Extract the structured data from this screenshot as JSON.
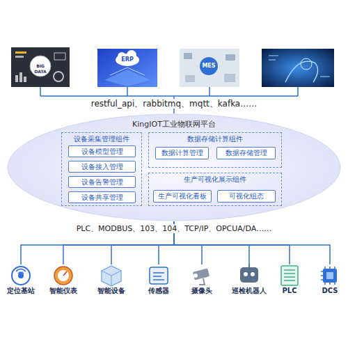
{
  "diagram": {
    "nodes": [
      {
        "text": [
          "KingIOT工业物联网平台"
        ]
      },
      {
        "text": [
          "设备采集管理组件"
        ],
        "in": 0
      },
      {
        "text": [
          "设备模型管理"
        ],
        "in": 1
      },
      {
        "text": [
          "设备接入管理"
        ],
        "in": 1
      },
      {
        "text": [
          "设备告警管理"
        ],
        "in": 1
      },
      {
        "text": [
          "设备共享管理"
        ],
        "in": 1
      },
      {
        "text": [
          "数据存储计算组件"
        ],
        "in": 0
      },
      {
        "text": [
          "数据计算管理"
        ],
        "in": 6
      },
      {
        "text": [
          "数据存储管理"
        ],
        "in": 6
      },
      {
        "text": [
          "生产可视化展示组件"
        ],
        "in": 0
      },
      {
        "text": [
          "生产可视化看板"
        ],
        "in": 9
      },
      {
        "text": [
          "可视化组态"
        ],
        "in": 9
      },
      {
        "text": [
          "定位基站"
        ]
      },
      {
        "text": [
          "智能仪表"
        ]
      },
      {
        "text": [
          "智能设备"
        ]
      },
      {
        "text": [
          "传感器"
        ]
      },
      {
        "text": [
          "摄像头"
        ]
      },
      {
        "text": [
          "巡检机器人"
        ]
      },
      {
        "text": [
          "PLC"
        ]
      },
      {
        "text": [
          "DCS"
        ]
      }
    ],
    "edges": [
      {
        "from": 0,
        "to": 12,
        "arrow": "none"
      },
      {
        "from": 0,
        "to": 13,
        "arrow": "none"
      },
      {
        "from": 0,
        "to": 14,
        "arrow": "none"
      },
      {
        "from": 0,
        "to": 15,
        "arrow": "none"
      },
      {
        "from": 0,
        "to": 16,
        "arrow": "none"
      },
      {
        "from": 0,
        "to": 17,
        "arrow": "none"
      },
      {
        "from": 0,
        "to": 18,
        "arrow": "none"
      },
      {
        "from": 0,
        "to": 19,
        "arrow": "none"
      }
    ],
    "labels": [
      "BIG DATA",
      "ERP",
      "MES",
      "restful_api、rabbitmq、mqtt、kafka……",
      "PLC、MODBUS、103、104、TCP/IP、OPCUA/DA……"
    ]
  }
}
